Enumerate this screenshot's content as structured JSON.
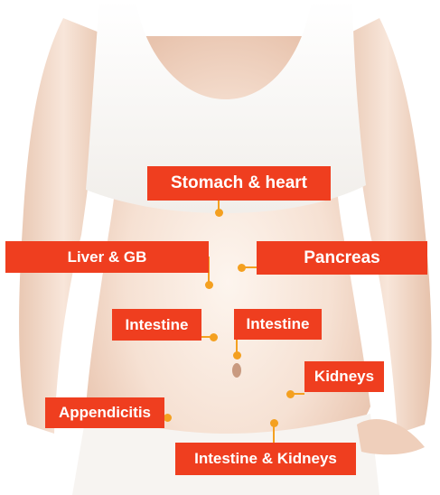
{
  "colors": {
    "label_bg": "#ef3e1f",
    "label_text": "#ffffff",
    "marker": "#f4a020",
    "skin_light": "#fbefe6",
    "skin_mid": "#f0d2bf",
    "skin_shadow": "#dcae93",
    "top_garment": "#fbfbf8"
  },
  "labels": {
    "stomach_heart": "Stomach & heart",
    "liver_gb": "Liver & GB",
    "pancreas": "Pancreas",
    "intestine_left": "Intestine",
    "intestine_right": "Intestine",
    "kidneys": "Kidneys",
    "appendicitis": "Appendicitis",
    "intestine_kidneys": "Intestine & Kidneys"
  }
}
